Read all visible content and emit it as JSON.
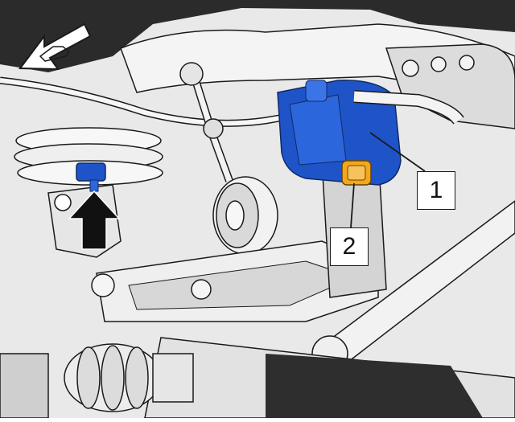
{
  "figure": {
    "background": "#e9e9e9",
    "line_color": "#1a1a1a",
    "component_color": "#1f54c8",
    "connector_color": "#f2a81d",
    "clip_color": "#1f54c8",
    "arrow_color": "#111111",
    "vehicle_front_icon": "vehicle-front-arrow-icon"
  },
  "callouts": [
    {
      "number": "1",
      "target": "blue-sensor-module"
    },
    {
      "number": "2",
      "target": "orange-connector"
    }
  ]
}
